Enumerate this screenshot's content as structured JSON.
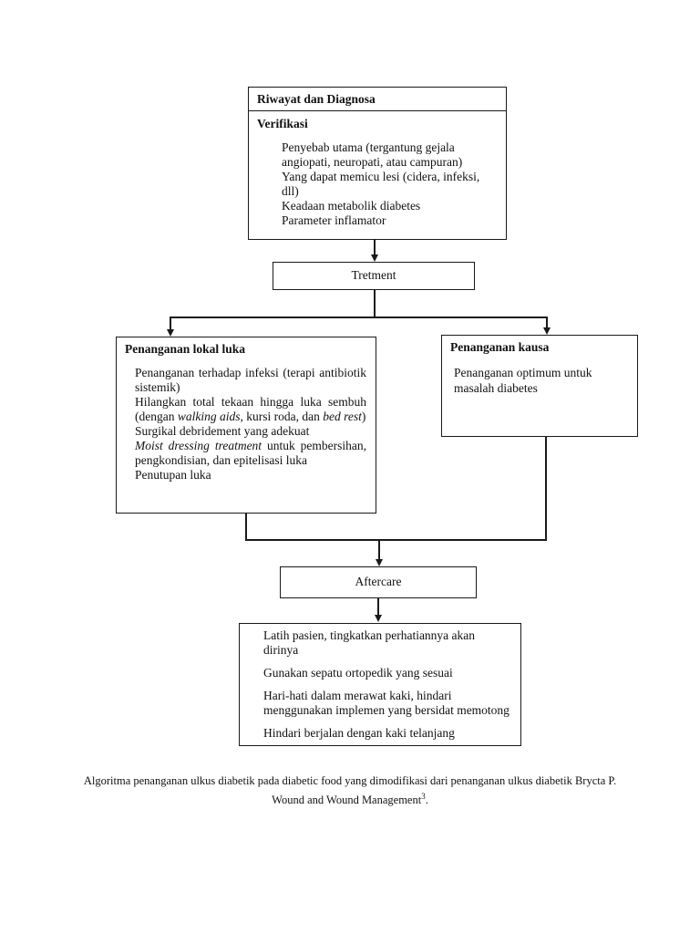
{
  "colors": {
    "background": "#ffffff",
    "line": "#1a1a1a",
    "text": "#111111"
  },
  "flowchart": {
    "top_box": {
      "header": "Riwayat dan Diagnosa",
      "subheader": "Verifikasi",
      "items": [
        "Penyebab utama (tergantung gejala angiopati, neuropati, atau campuran)",
        "Yang dapat memicu lesi (cidera, infeksi, dll)",
        "Keadaan metabolik diabetes",
        "Parameter inflamator"
      ]
    },
    "treatment_box": {
      "label": "Tretment"
    },
    "local_box": {
      "header": "Penanganan lokal luka",
      "items": [
        {
          "parts": [
            {
              "t": "Penanganan terhadap infeksi (terapi antibiotik sistemik)",
              "i": false
            }
          ]
        },
        {
          "parts": [
            {
              "t": "Hilangkan total tekaan hingga luka sembuh (dengan ",
              "i": false
            },
            {
              "t": "walking aids",
              "i": true
            },
            {
              "t": ", kursi roda, dan ",
              "i": false
            },
            {
              "t": "bed rest",
              "i": true
            },
            {
              "t": ")",
              "i": false
            }
          ]
        },
        {
          "parts": [
            {
              "t": "Surgikal debridement yang adekuat",
              "i": false
            }
          ]
        },
        {
          "parts": [
            {
              "t": "Moist dressing treatment",
              "i": true
            },
            {
              "t": " untuk pembersihan, pengkondisian, dan epitelisasi luka",
              "i": false
            }
          ]
        },
        {
          "parts": [
            {
              "t": "Penutupan luka",
              "i": false
            }
          ]
        }
      ]
    },
    "cause_box": {
      "header": "Penanganan kausa",
      "body": "Penanganan optimum untuk masalah diabetes"
    },
    "aftercare_box": {
      "label": "Aftercare"
    },
    "advice_box": {
      "items": [
        "Latih pasien, tingkatkan perhatiannya akan dirinya",
        "Gunakan sepatu ortopedik yang sesuai",
        "Hari-hati dalam merawat kaki, hindari menggunakan implemen yang bersidat memotong",
        "Hindari berjalan dengan kaki telanjang"
      ]
    },
    "caption": {
      "text": "Algoritma penanganan ulkus diabetik pada diabetic food yang dimodifikasi dari penanganan ulkus diabetik  Brycta P. Wound and Wound Management",
      "sup": "3",
      "tail": "."
    }
  }
}
